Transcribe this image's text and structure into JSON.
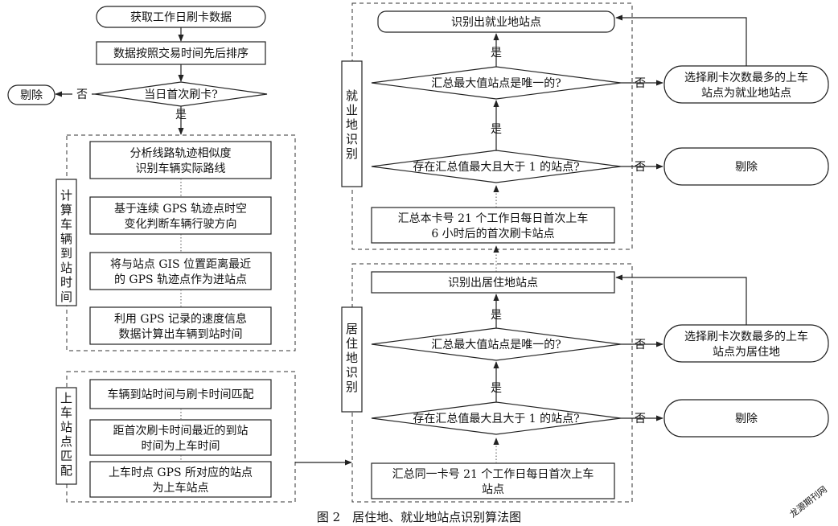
{
  "nodes": {
    "start": "获取工作日刷卡数据",
    "sort": "数据按照交易时间先后排序",
    "first_tap_q": "当日首次刷卡?",
    "reject_left": "剔除",
    "traj_1": "分析线路轨迹相似度",
    "traj_2": "识别车辆实际路线",
    "dir_1": "基于连续 GPS 轨迹点时空",
    "dir_2": "变化判断车辆行驶方向",
    "gis_1": "将与站点 GIS 位置距离最近",
    "gis_2": "的 GPS 轨迹点作为进站点",
    "speed_1": "利用 GPS 记录的速度信息",
    "speed_2": "数据计算出车辆到站时间",
    "match": "车辆到站时间与刷卡时间匹配",
    "nearest_1": "距首次刷卡时间最近的到站",
    "nearest_2": "时间为上车时间",
    "board_1": "上车时点 GPS 所对应的站点",
    "board_2": "为上车站点",
    "res_sum_1": "汇总同一卡号 21 个工作日每日首次上车",
    "res_sum_2": "站点",
    "res_q1": "存在汇总值最大且大于 1 的站点?",
    "res_q2": "汇总最大值站点是唯一的?",
    "res_out": "识别出居住地站点",
    "res_pick_1": "选择刷卡次数最多的上车",
    "res_pick_2": "站点为居住地",
    "res_reject": "剔除",
    "work_sum_1": "汇总本卡号 21 个工作日每日首次上车",
    "work_sum_2": "6 小时后的首次刷卡站点",
    "work_q1": "存在汇总值最大且大于 1 的站点?",
    "work_q2": "汇总最大值站点是唯一的?",
    "work_out": "识别出就业地站点",
    "work_pick_1": "选择刷卡次数最多的上车",
    "work_pick_2": "站点为就业地站点",
    "work_reject": "剔除"
  },
  "edge_labels": {
    "yes": "是",
    "no": "否"
  },
  "group_labels": {
    "arrival": [
      "计",
      "算",
      "车",
      "辆",
      "到",
      "站",
      "时",
      "间"
    ],
    "boarding": [
      "上",
      "车",
      "站",
      "点",
      "匹",
      "配"
    ],
    "residence": [
      "居",
      "住",
      "地",
      "识",
      "别"
    ],
    "workplace": [
      "就",
      "业",
      "地",
      "识",
      "别"
    ]
  },
  "caption": "图 2　居住地、就业地站点识别算法图",
  "watermark": "龙源期刊网"
}
